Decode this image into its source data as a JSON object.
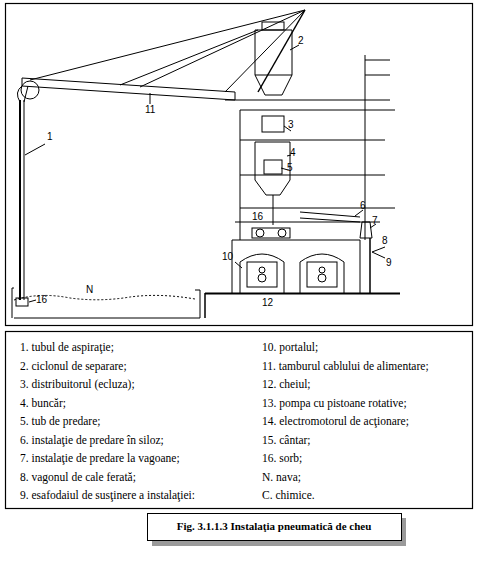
{
  "diagram": {
    "caption": "Fig. 3.1.1.3  Instalaţia pneumatică de cheu",
    "labels": [
      "1",
      "2",
      "3",
      "4",
      "5",
      "6",
      "7",
      "8",
      "9",
      "10",
      "11",
      "12",
      "16",
      "N",
      "16",
      "1. tubul de aspiraţie;",
      "2. ciclonul de separare;",
      "3. distribuitorul (ecluza);",
      "4. buncăr;",
      "5. tub de predare;",
      "6. instalaţie de predare în siloz;",
      "7. instalaţie de predare la vagoane;",
      "8. vagonul de cale ferată;",
      "9. esafodaiul de susţinere a instalaţiei:",
      "10. portalul;",
      "11. tamburul cablului de alimentare;",
      "12. cheiul;",
      "13. pompa cu pistoane rotative;",
      "14. electromotorul de acţionare;",
      "15. cântar;",
      "16. sorb;",
      "N. nava;",
      "C. chimice."
    ]
  }
}
